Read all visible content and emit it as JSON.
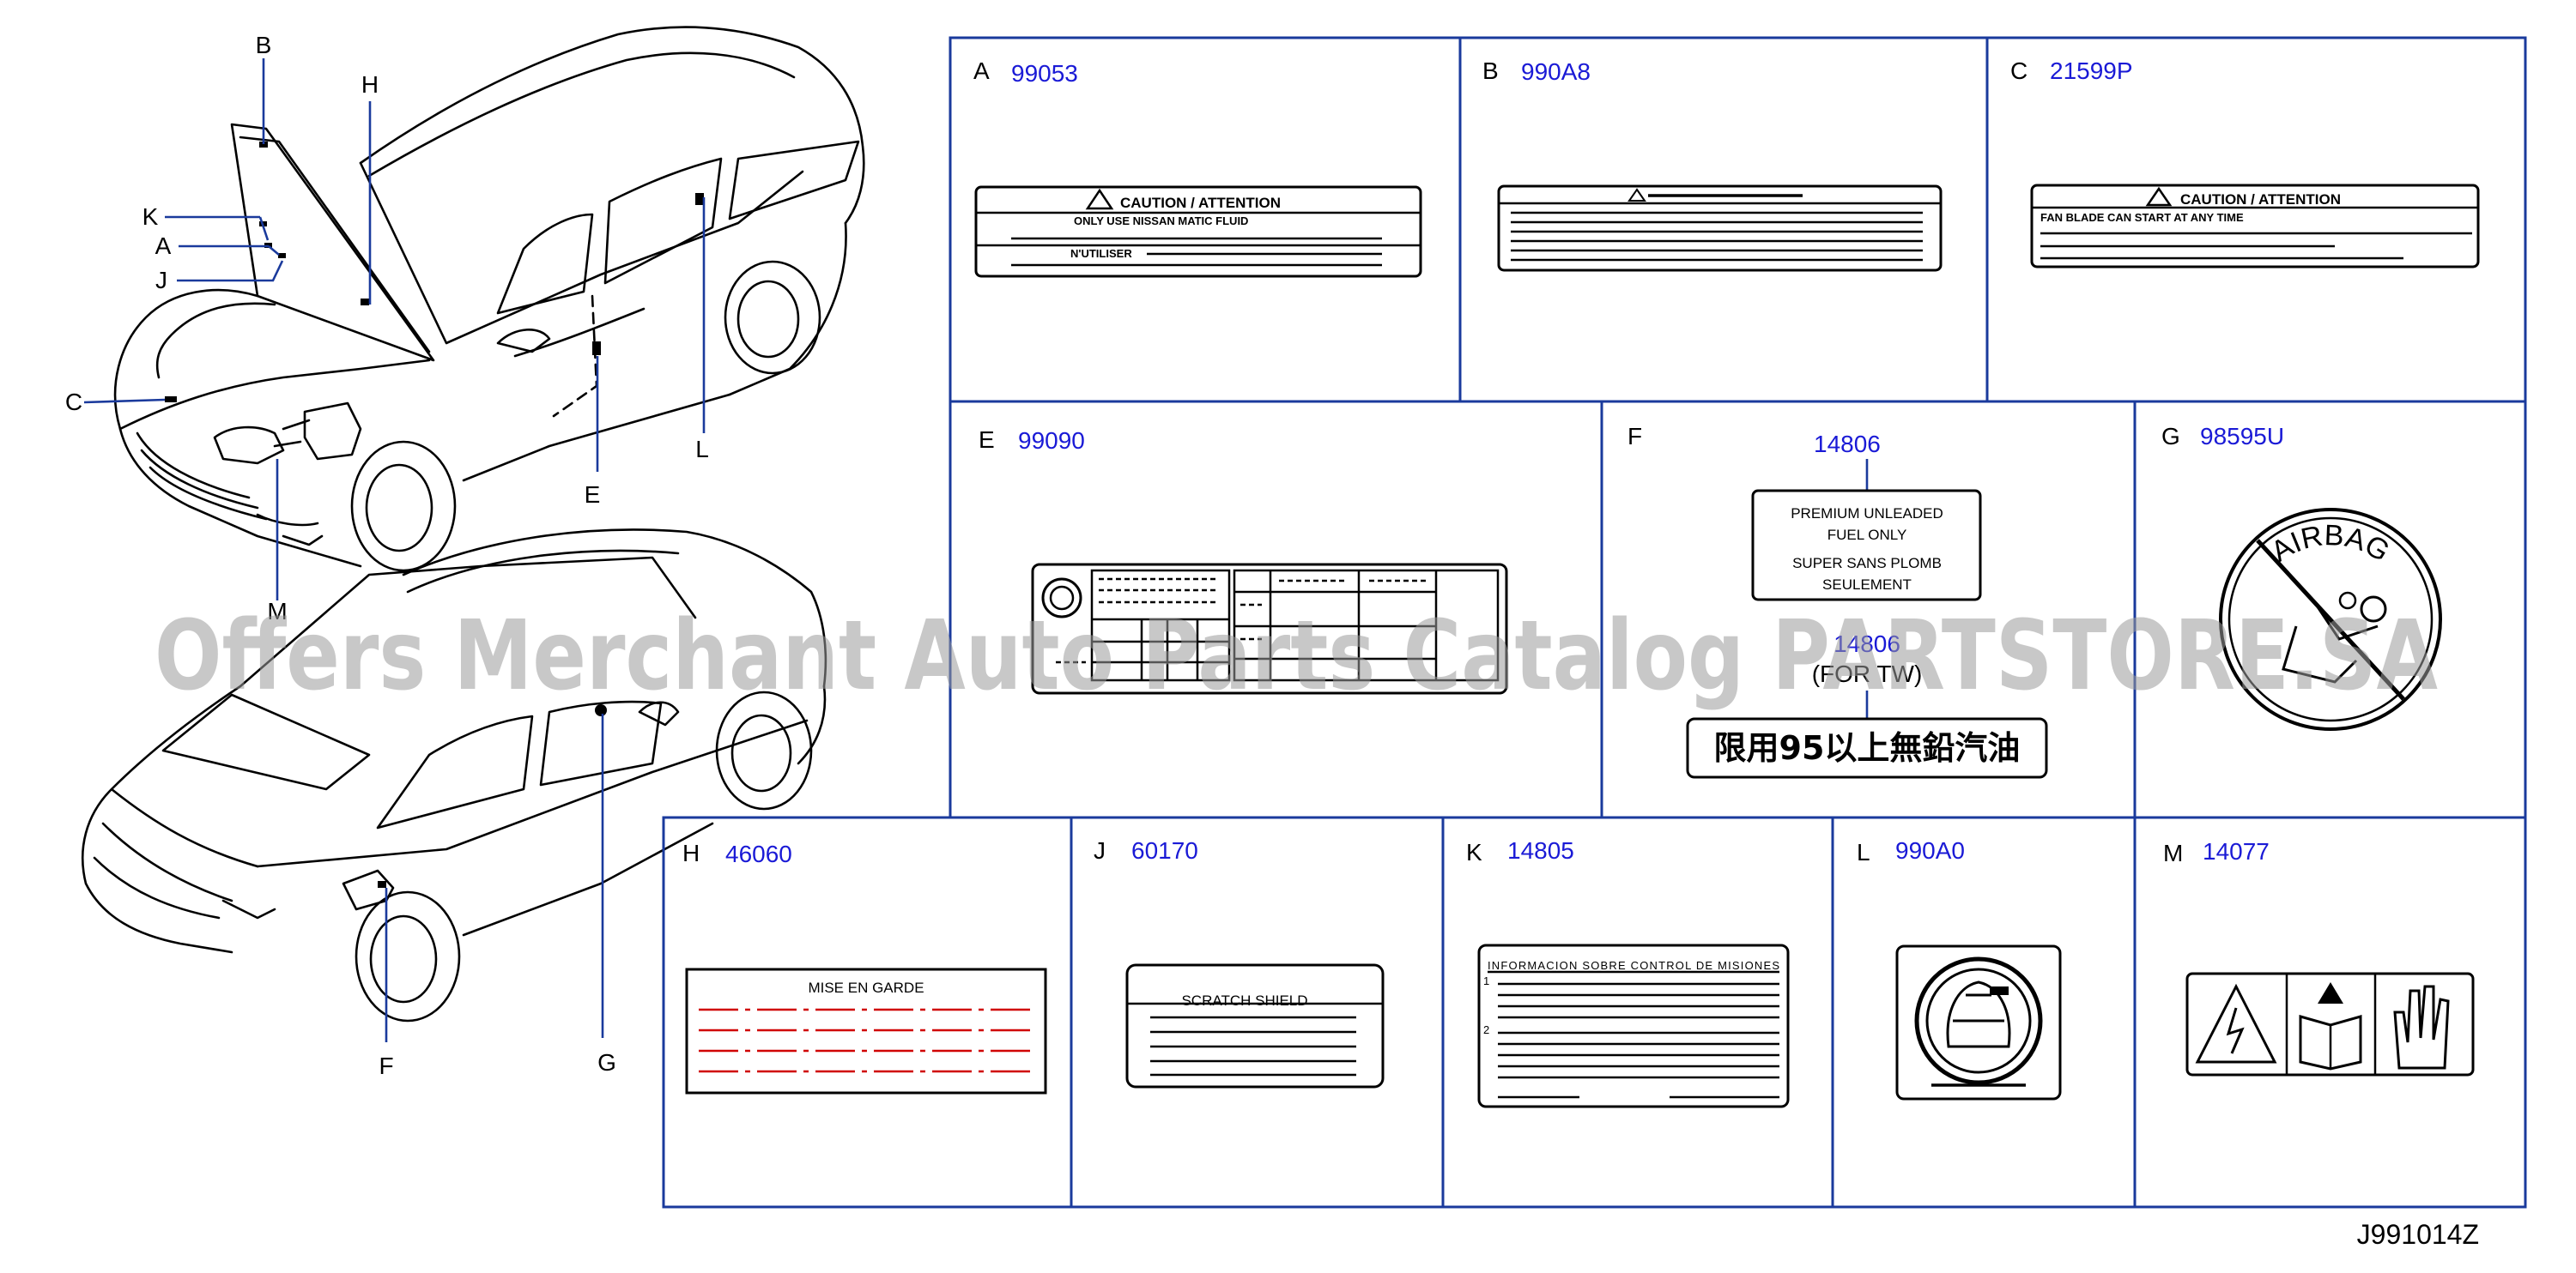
{
  "diagram": {
    "callouts": {
      "B": "B",
      "H": "H",
      "K": "K",
      "A": "A",
      "J": "J",
      "C": "C",
      "M": "M",
      "E": "E",
      "L": "L",
      "F": "F",
      "G": "G"
    },
    "panels": [
      {
        "letter": "A",
        "part_number": "99053"
      },
      {
        "letter": "B",
        "part_number": "990A8"
      },
      {
        "letter": "C",
        "part_number": "21599P"
      },
      {
        "letter": "E",
        "part_number": "99090"
      },
      {
        "letter": "F",
        "part_number": "14806"
      },
      {
        "letter": "G",
        "part_number": "98595U"
      },
      {
        "letter": "H",
        "part_number": "46060"
      },
      {
        "letter": "J",
        "part_number": "60170"
      },
      {
        "letter": "K",
        "part_number": "14805"
      },
      {
        "letter": "L",
        "part_number": "990A0"
      },
      {
        "letter": "M",
        "part_number": "14077"
      }
    ],
    "label_text": {
      "caution": "CAUTION / ATTENTION",
      "a_line1": "ONLY USE NISSAN MATIC FLUID",
      "a_line2": "N'UTILISER",
      "c_line1": "FAN BLADE CAN START AT ANY TIME",
      "f_line1": "PREMIUM    UNLEADED",
      "f_line2": "FUEL    ONLY",
      "f_line3": "SUPER    SANS    PLOMB",
      "f_line4": "SEULEMENT",
      "f_pn2": "14806",
      "f_note": "(FOR TW)",
      "f_chinese": "限用95以上無鉛汽油",
      "g_text": "AIRBAG",
      "h_title": "MISE    EN    GARDE",
      "j_title": "SCRATCH    SHIELD",
      "k_title": "INFORMACION    SOBRE    CONTROL    DE    MISIONES",
      "k_n1": "1",
      "k_n2": "2"
    },
    "diagram_code": "J991014Z",
    "watermark": "Offers Merchant Auto Parts Catalog PARTSTORE.SA"
  }
}
